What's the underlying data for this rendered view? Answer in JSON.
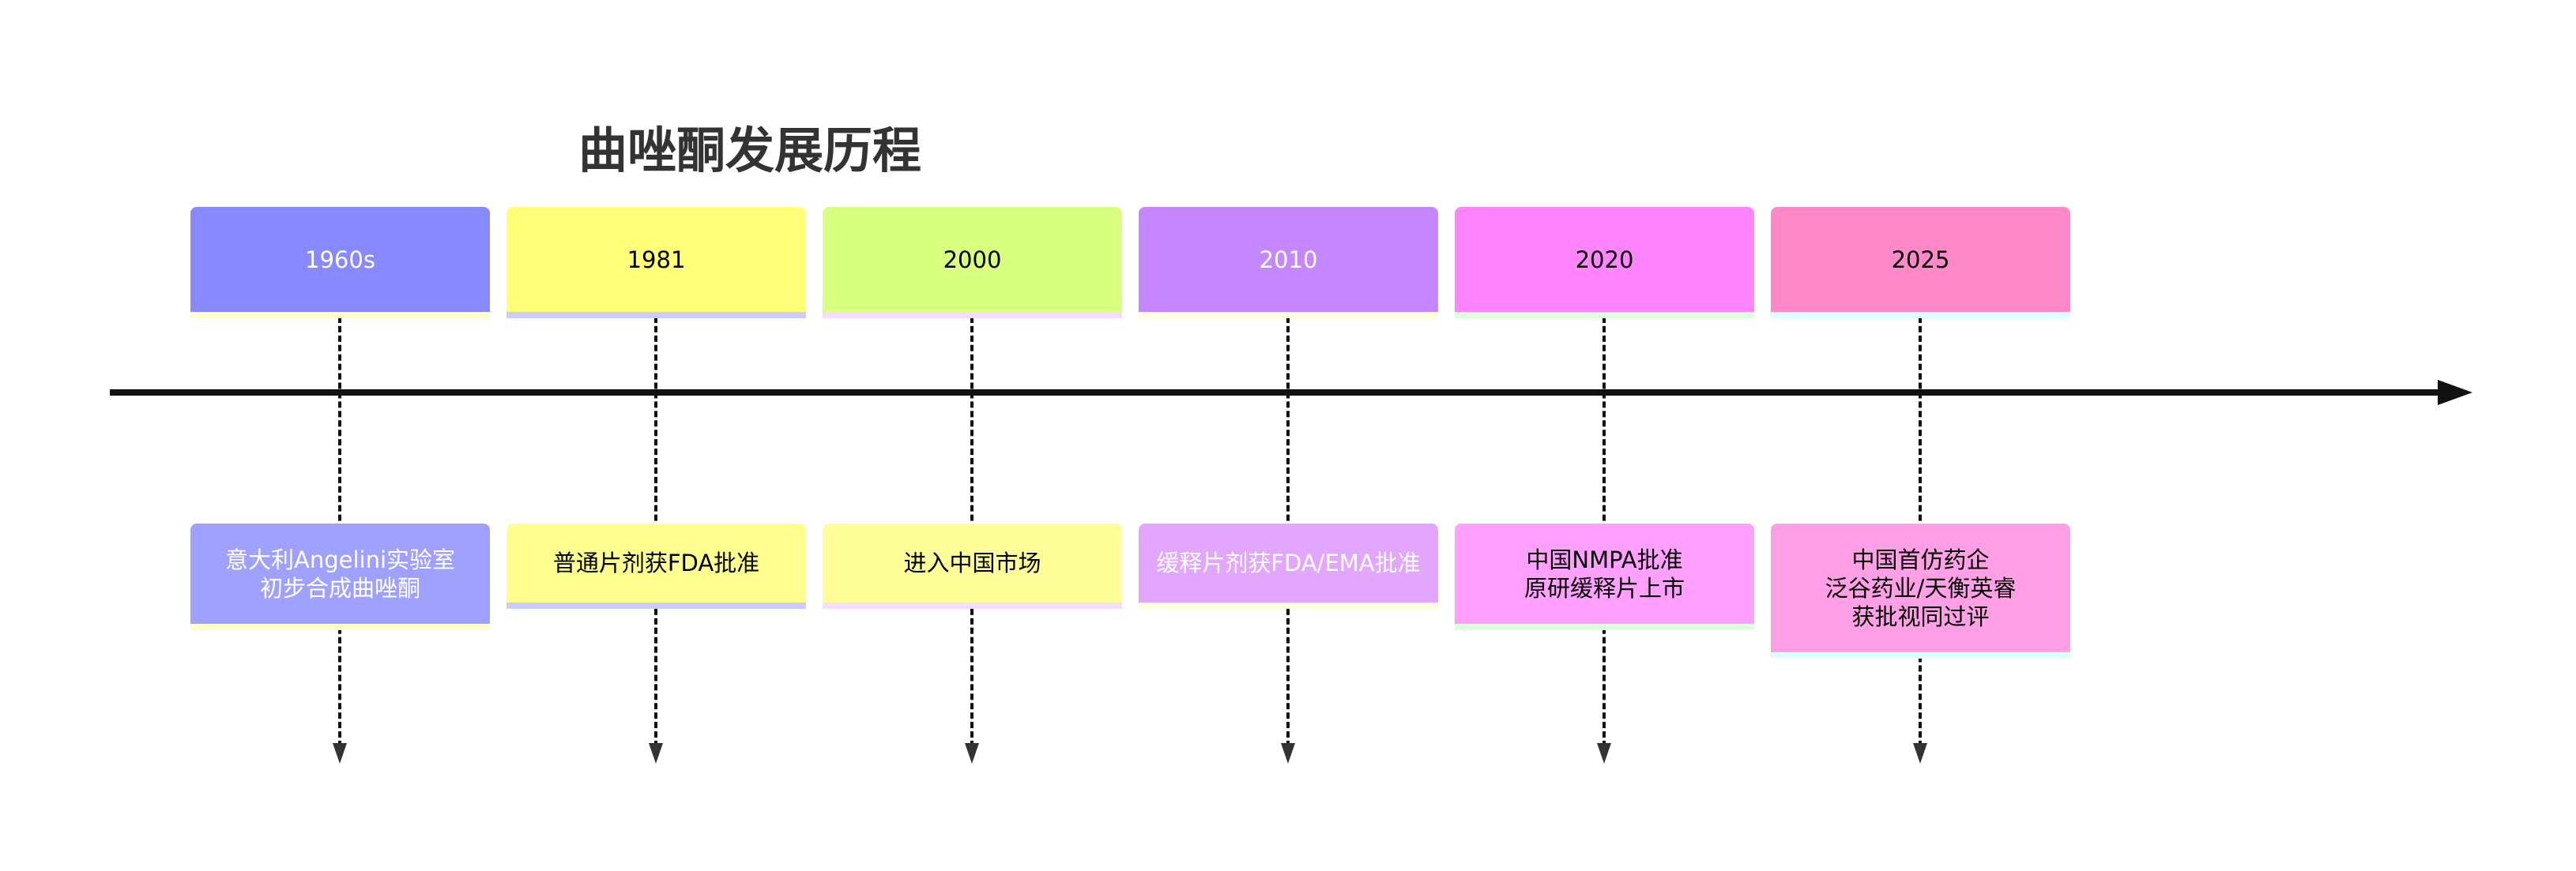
{
  "title": "曲唑酮发展历程",
  "events": [
    {
      "year": "1960s",
      "lines": [
        "意大利Angelini实验室",
        "初步合成曲唑酮"
      ],
      "year_color": "#8888ff",
      "event_color": "#a0a0ff",
      "text_color": "#ffffff",
      "bar_color": "#ffffcc"
    },
    {
      "year": "1981",
      "lines": [
        "普通片剂获FDA批准"
      ],
      "year_color": "#ffff78",
      "event_color": "#ffff90",
      "text_color": "#000000",
      "bar_color": "#ccccff"
    },
    {
      "year": "2000",
      "lines": [
        "进入中国市场"
      ],
      "year_color": "#d9ff80",
      "event_color": "#ffff99",
      "text_color": "#000000",
      "bar_color": "#f8dcff"
    },
    {
      "year": "2010",
      "lines": [
        "缓释片剂获FDA/EMA批准"
      ],
      "year_color": "#c587ff",
      "event_color": "#e2a6ff",
      "text_color": "#ffffff",
      "bar_color": "#ffffdd"
    },
    {
      "year": "2020",
      "lines": [
        "中国NMPA批准",
        "原研缓释片上市"
      ],
      "year_color": "#ff85ff",
      "event_color": "#ffa0ff",
      "text_color": "#000000",
      "bar_color": "#ddffdd"
    },
    {
      "year": "2025",
      "lines": [
        "中国首仿药企",
        "泛谷药业/天衡英睿",
        "获批视同过评"
      ],
      "year_color": "#ff88c8",
      "event_color": "#ffa0e6",
      "text_color": "#000000",
      "bar_color": "#ddffff"
    }
  ]
}
